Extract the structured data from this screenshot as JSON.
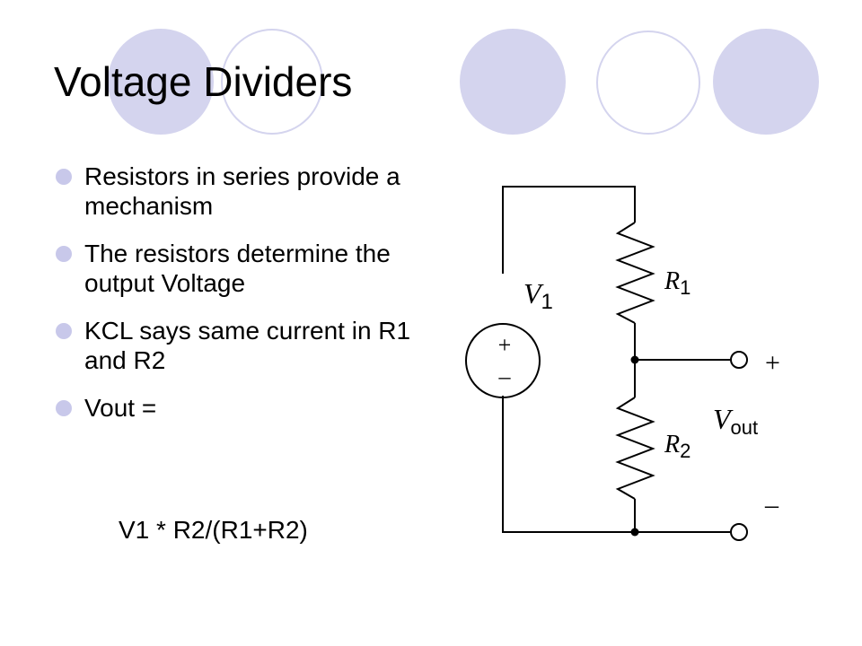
{
  "title": "Voltage Dividers",
  "bullets": [
    "Resistors in series provide a mechanism",
    "The resistors determine the output Voltage",
    "KCL says same current in R1 and R2",
    "Vout ="
  ],
  "formula": "V1 * R2/(R1+R2)",
  "circuit": {
    "source_symbol": "V",
    "source_subscript": "1",
    "r1_symbol": "R",
    "r1_subscript": "1",
    "r2_symbol": "R",
    "r2_subscript": "2",
    "vout_symbol": "V",
    "vout_subscript": "out",
    "plus_sign": "+",
    "minus_sign": "–"
  },
  "colors": {
    "decoration": "#d4d4ee",
    "bullet": "#c8c8ea"
  }
}
